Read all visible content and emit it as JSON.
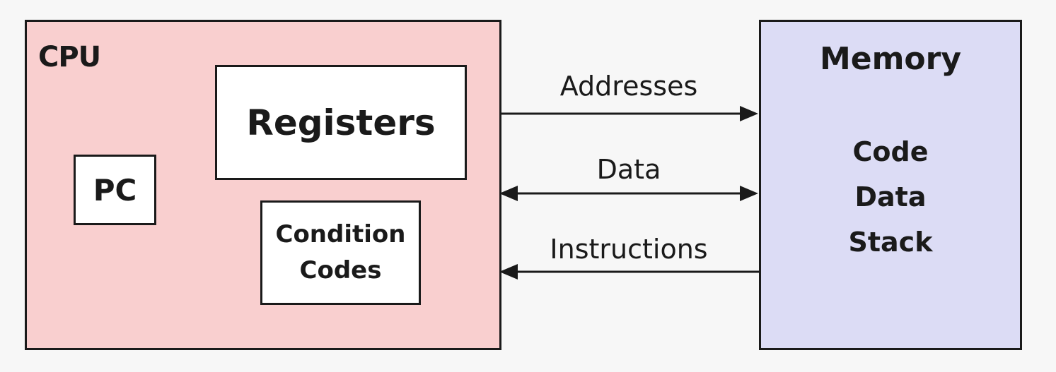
{
  "cpu": {
    "title": "CPU",
    "pc_label": "PC",
    "registers_label": "Registers",
    "condition_codes_line1": "Condition",
    "condition_codes_line2": "Codes",
    "fill_color": "#f9cfcf"
  },
  "memory": {
    "title": "Memory",
    "items": [
      "Code",
      "Data",
      "Stack"
    ],
    "fill_color": "#dcdcf5"
  },
  "connections": [
    {
      "label": "Addresses",
      "direction": "cpu-to-memory"
    },
    {
      "label": "Data",
      "direction": "bidirectional"
    },
    {
      "label": "Instructions",
      "direction": "memory-to-cpu"
    }
  ]
}
